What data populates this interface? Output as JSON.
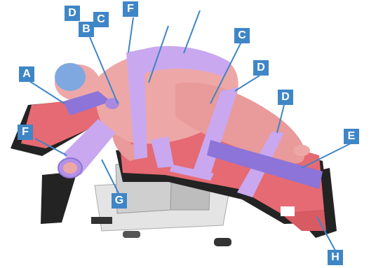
{
  "labels": {
    "A": "A",
    "B": "B",
    "C": "C",
    "D": "D",
    "E": "E",
    "F": "F",
    "G": "G",
    "H": "H"
  },
  "colors": {
    "label_bg": "#3f86c6",
    "label_text": "#ffffff",
    "strap": "#c9a8f0",
    "strap_dark": "#a98ae0",
    "pad": "#8c74d8",
    "table_top": "#e56a73",
    "table_frame": "#232323",
    "skin": "#eea7a7",
    "hair": "#7fa8e0",
    "leader_line": "#3f86c6"
  },
  "diagram": {
    "subject": "patient positioned on surgical table with straps and pads",
    "image_only": true
  }
}
